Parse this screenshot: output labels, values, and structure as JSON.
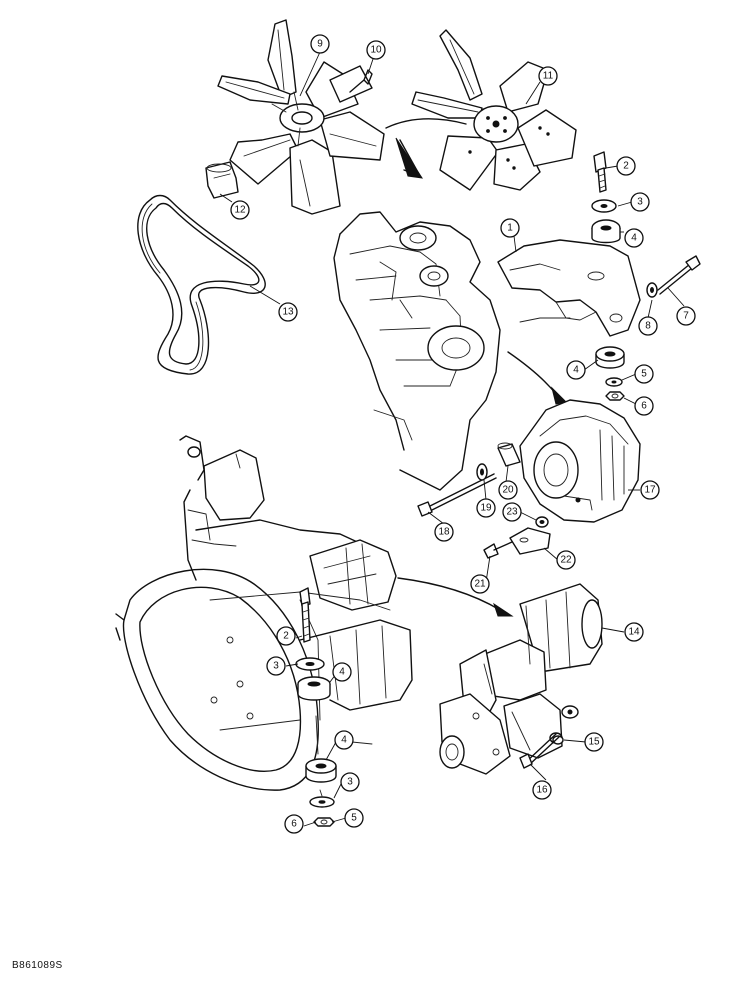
{
  "figure_code": "B861089S",
  "callouts": [
    {
      "id": "c9",
      "label": "9"
    },
    {
      "id": "c10",
      "label": "10"
    },
    {
      "id": "c11",
      "label": "11"
    },
    {
      "id": "c12",
      "label": "12"
    },
    {
      "id": "c13",
      "label": "13"
    },
    {
      "id": "c2a",
      "label": "2"
    },
    {
      "id": "c3a",
      "label": "3"
    },
    {
      "id": "c1",
      "label": "1"
    },
    {
      "id": "c4a",
      "label": "4"
    },
    {
      "id": "c7",
      "label": "7"
    },
    {
      "id": "c8",
      "label": "8"
    },
    {
      "id": "c4b",
      "label": "4"
    },
    {
      "id": "c5a",
      "label": "5"
    },
    {
      "id": "c6a",
      "label": "6"
    },
    {
      "id": "c17",
      "label": "17"
    },
    {
      "id": "c20",
      "label": "20"
    },
    {
      "id": "c19",
      "label": "19"
    },
    {
      "id": "c18",
      "label": "18"
    },
    {
      "id": "c23",
      "label": "23"
    },
    {
      "id": "c22",
      "label": "22"
    },
    {
      "id": "c21",
      "label": "21"
    },
    {
      "id": "c14",
      "label": "14"
    },
    {
      "id": "c2b",
      "label": "2"
    },
    {
      "id": "c3b",
      "label": "3"
    },
    {
      "id": "c4c",
      "label": "4"
    },
    {
      "id": "c15",
      "label": "15"
    },
    {
      "id": "c16",
      "label": "16"
    },
    {
      "id": "c4d",
      "label": "4"
    },
    {
      "id": "c3c",
      "label": "3"
    },
    {
      "id": "c6b",
      "label": "6"
    },
    {
      "id": "c5b",
      "label": "5"
    }
  ]
}
